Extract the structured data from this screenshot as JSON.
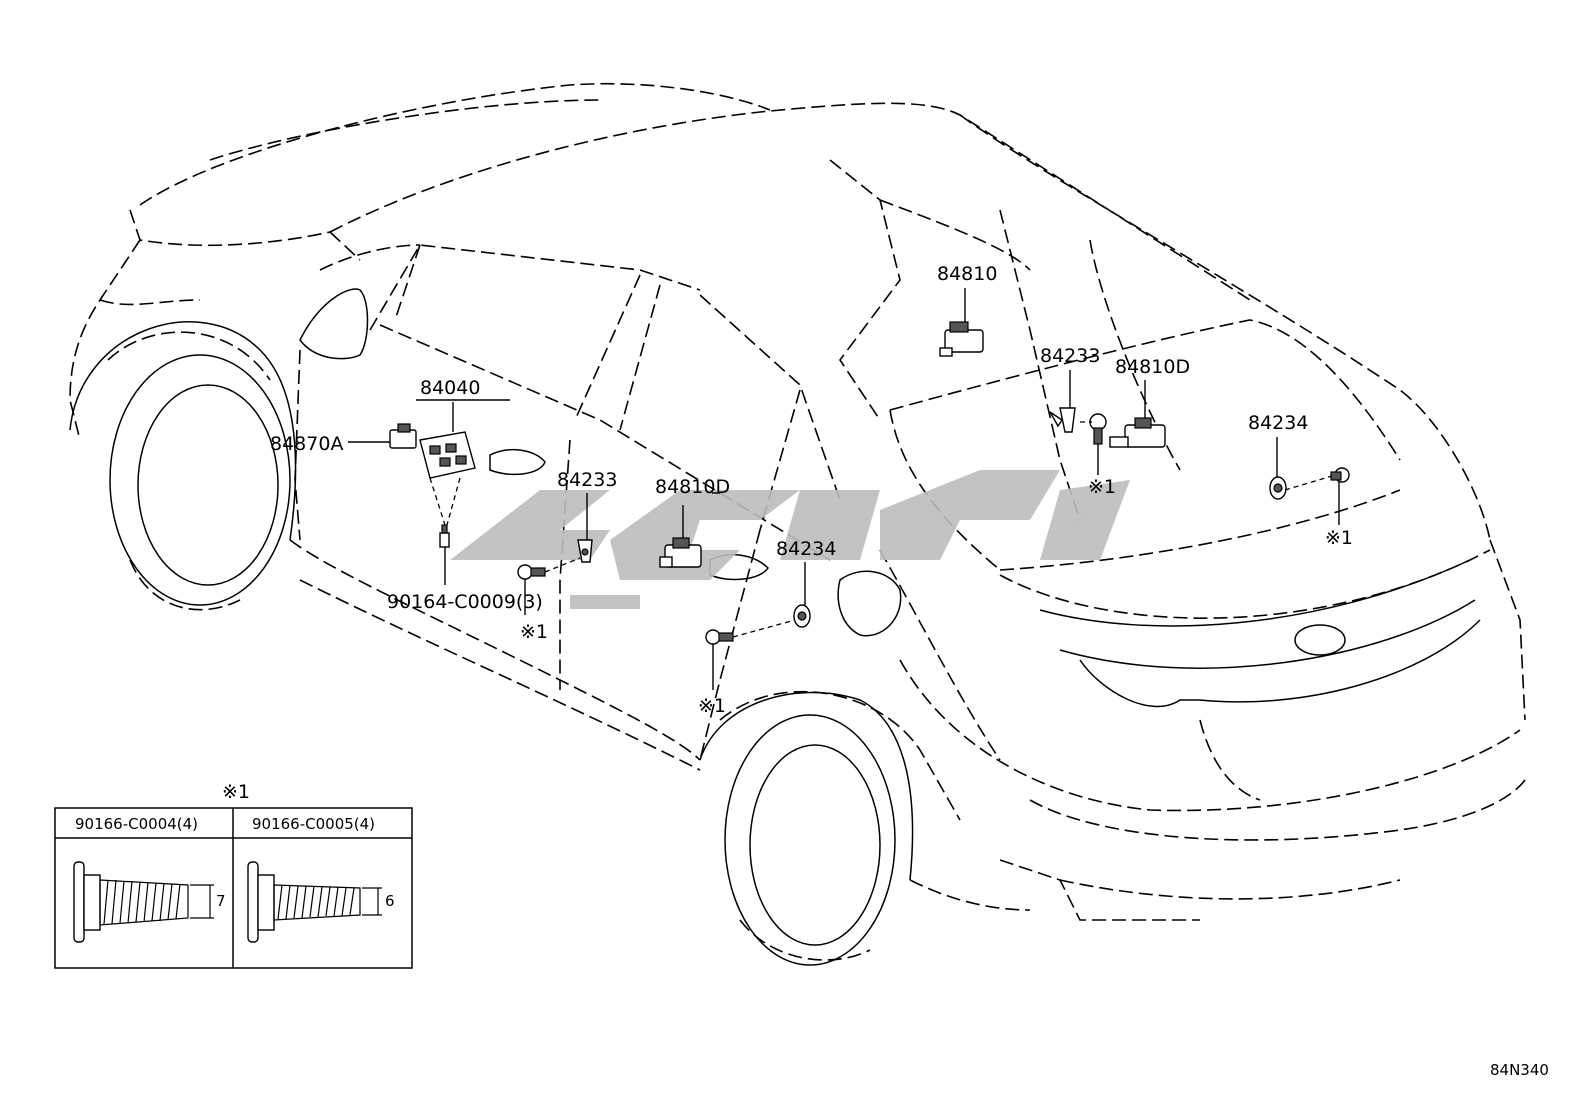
{
  "labels": {
    "p84810": "84810",
    "p84233_right": "84233",
    "p84810D_right": "84810D",
    "p84234_right": "84234",
    "p84040": "84040",
    "p84870A": "84870A",
    "p84233_left": "84233",
    "p84810D_left": "84810D",
    "p84234_left": "84234",
    "p90164": "90164-C0009(3)",
    "note_a": "※1",
    "note_b": "※1",
    "note_c": "※1",
    "note_d": "※1"
  },
  "inset": {
    "note": "※1",
    "col1_part": "90166-C0004(4)",
    "col2_part": "90166-C0005(4)",
    "col1_dim": "7",
    "col2_dim": "6"
  },
  "diagram_code": "84N340"
}
